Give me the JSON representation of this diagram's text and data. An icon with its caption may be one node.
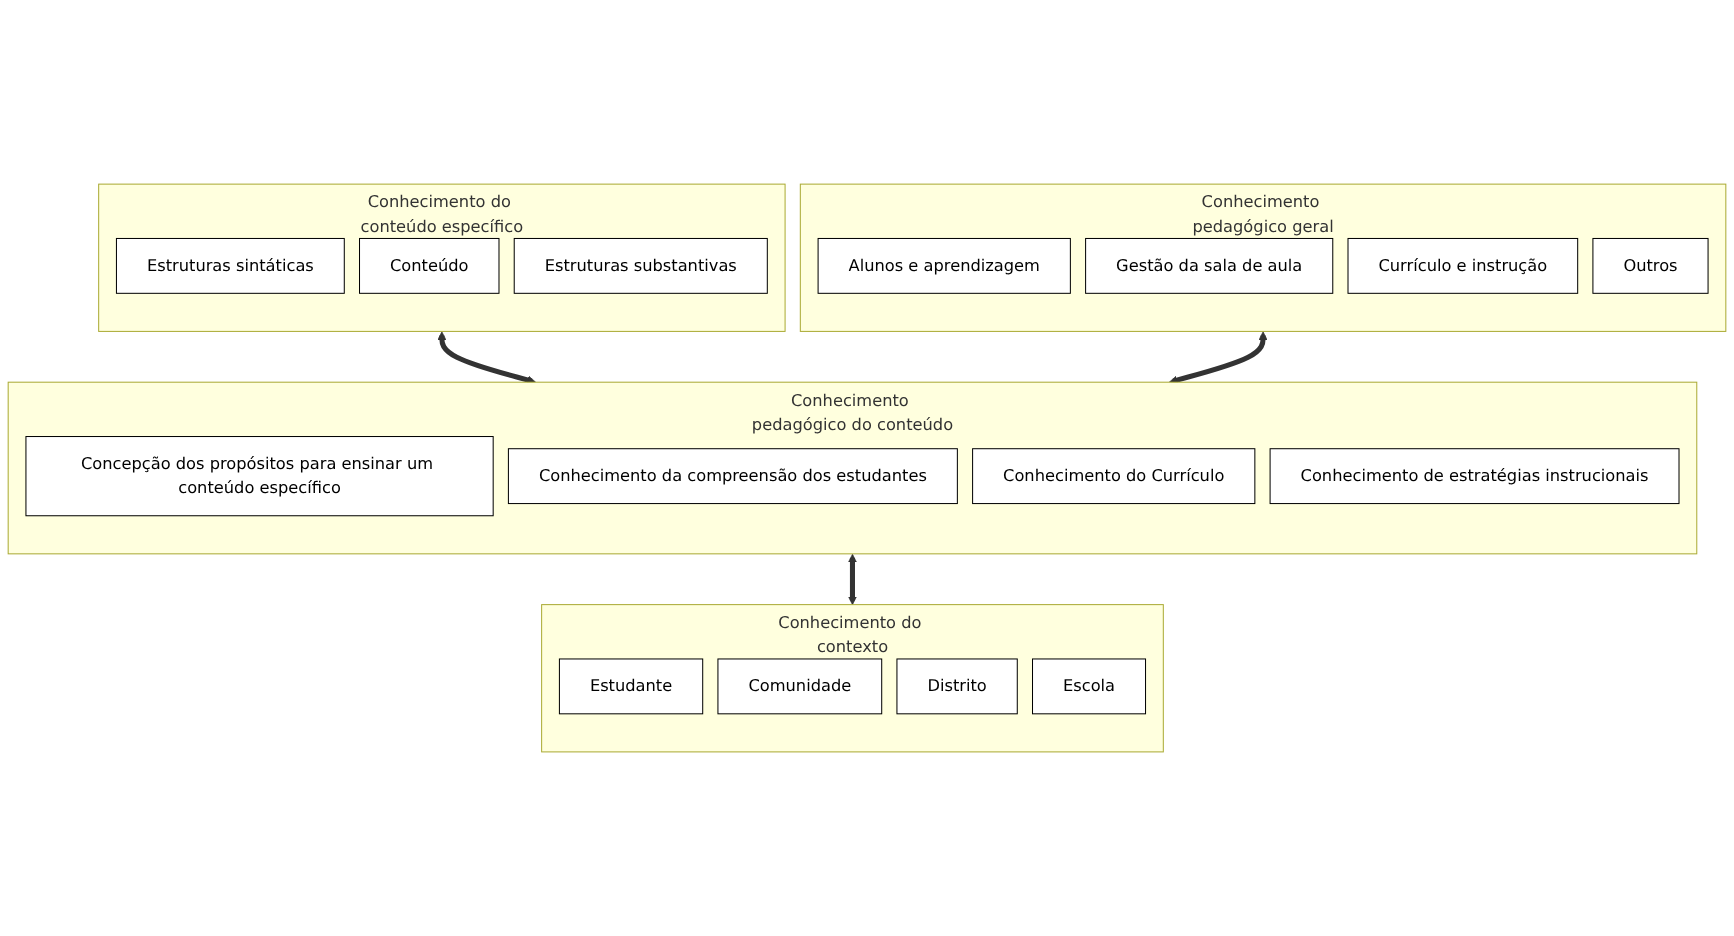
{
  "diagram": {
    "nodes": [
      {
        "text": [
          "Conhecimento do conteúdo específico"
        ]
      },
      {
        "text": [
          "Estruturas sintáticas"
        ],
        "in": 0
      },
      {
        "text": [
          "Conteúdo"
        ],
        "in": 0
      },
      {
        "text": [
          "Estruturas substantivas"
        ],
        "in": 0
      },
      {
        "text": [
          "Conhecimento pedagógico geral"
        ]
      },
      {
        "text": [
          "Alunos e aprendizagem"
        ],
        "in": 4
      },
      {
        "text": [
          "Gestão da sala de aula"
        ],
        "in": 4
      },
      {
        "text": [
          "Currículo e instrução"
        ],
        "in": 4
      },
      {
        "text": [
          "Outros"
        ],
        "in": 4
      },
      {
        "text": [
          "Conhecimento pedagógico do conteúdo"
        ]
      },
      {
        "text": [
          "Concepção dos propósitos para ensinar um conteúdo específico"
        ],
        "in": 9
      },
      {
        "text": [
          "Conhecimento da compreensão dos estudantes"
        ],
        "in": 9
      },
      {
        "text": [
          "Conhecimento do Currículo"
        ],
        "in": 9
      },
      {
        "text": [
          "Conhecimento de estratégias instrucionais"
        ],
        "in": 9
      },
      {
        "text": [
          "Conhecimento do contexto"
        ]
      },
      {
        "text": [
          "Estudante"
        ],
        "in": 14
      },
      {
        "text": [
          "Comunidade"
        ],
        "in": 14
      },
      {
        "text": [
          "Distrito"
        ],
        "in": 14
      },
      {
        "text": [
          "Escola"
        ],
        "in": 14
      }
    ],
    "edges": [
      {
        "from": 0,
        "to": 9,
        "arrow": "both"
      },
      {
        "from": 4,
        "to": 9,
        "arrow": "both"
      },
      {
        "from": 9,
        "to": 14,
        "arrow": "both"
      }
    ]
  }
}
